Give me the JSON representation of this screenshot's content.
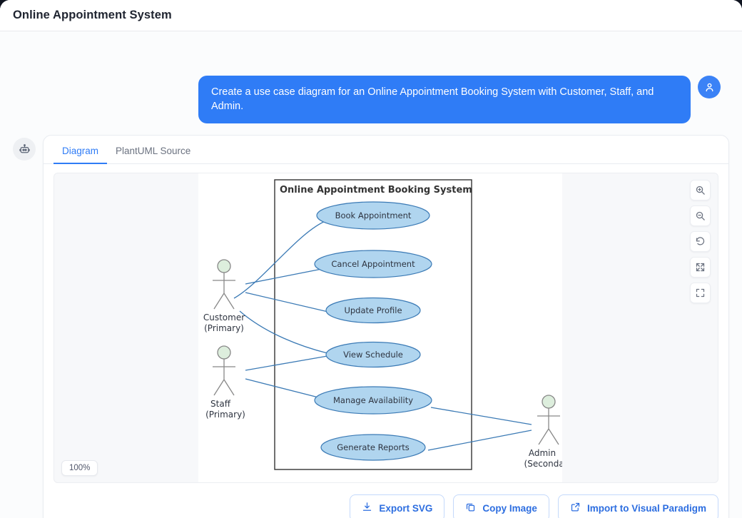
{
  "window": {
    "title": "Online Appointment System"
  },
  "conversation": {
    "user_message": "Create a use case diagram for an Online Appointment Booking System with Customer, Staff, and Admin.",
    "user_avatar_icon": "user-icon",
    "bot_avatar_icon": "robot-icon"
  },
  "card": {
    "tabs": [
      {
        "label": "Diagram",
        "active": true
      },
      {
        "label": "PlantUML Source",
        "active": false
      }
    ],
    "zoom_level": "100%",
    "tools": [
      {
        "name": "zoom-in-icon",
        "title": "Zoom in"
      },
      {
        "name": "zoom-out-icon",
        "title": "Zoom out"
      },
      {
        "name": "reset-icon",
        "title": "Reset"
      },
      {
        "name": "fit-screen-icon",
        "title": "Fit to screen"
      },
      {
        "name": "fullscreen-icon",
        "title": "Fullscreen"
      }
    ],
    "actions": [
      {
        "label": "Export SVG",
        "icon": "download-icon"
      },
      {
        "label": "Copy Image",
        "icon": "copy-icon"
      },
      {
        "label": "Import to Visual Paradigm",
        "icon": "external-link-icon"
      }
    ]
  },
  "diagram": {
    "type": "use-case",
    "system_boundary": "Online Appointment Booking System",
    "colors": {
      "usecase_fill": "#b0d5ef",
      "usecase_stroke": "#3b7ab5",
      "actor_head_fill": "#ddeedd",
      "actor_stroke": "#888888",
      "link_stroke": "#3b7ab5",
      "boundary_stroke": "#333333"
    },
    "actors": [
      {
        "name": "Customer",
        "role": "(Primary)"
      },
      {
        "name": "Staff",
        "role": "(Primary)"
      },
      {
        "name": "Admin",
        "role": "(Secondary)"
      }
    ],
    "use_cases": [
      {
        "label": "Book Appointment"
      },
      {
        "label": "Cancel Appointment"
      },
      {
        "label": "Update Profile"
      },
      {
        "label": "View Schedule"
      },
      {
        "label": "Manage Availability"
      },
      {
        "label": "Generate Reports"
      }
    ],
    "associations": [
      {
        "actor": "Customer",
        "use_case": "Book Appointment"
      },
      {
        "actor": "Customer",
        "use_case": "Cancel Appointment"
      },
      {
        "actor": "Customer",
        "use_case": "Update Profile"
      },
      {
        "actor": "Customer",
        "use_case": "View Schedule"
      },
      {
        "actor": "Staff",
        "use_case": "View Schedule"
      },
      {
        "actor": "Staff",
        "use_case": "Manage Availability"
      },
      {
        "actor": "Admin",
        "use_case": "Manage Availability"
      },
      {
        "actor": "Admin",
        "use_case": "Generate Reports"
      }
    ]
  }
}
